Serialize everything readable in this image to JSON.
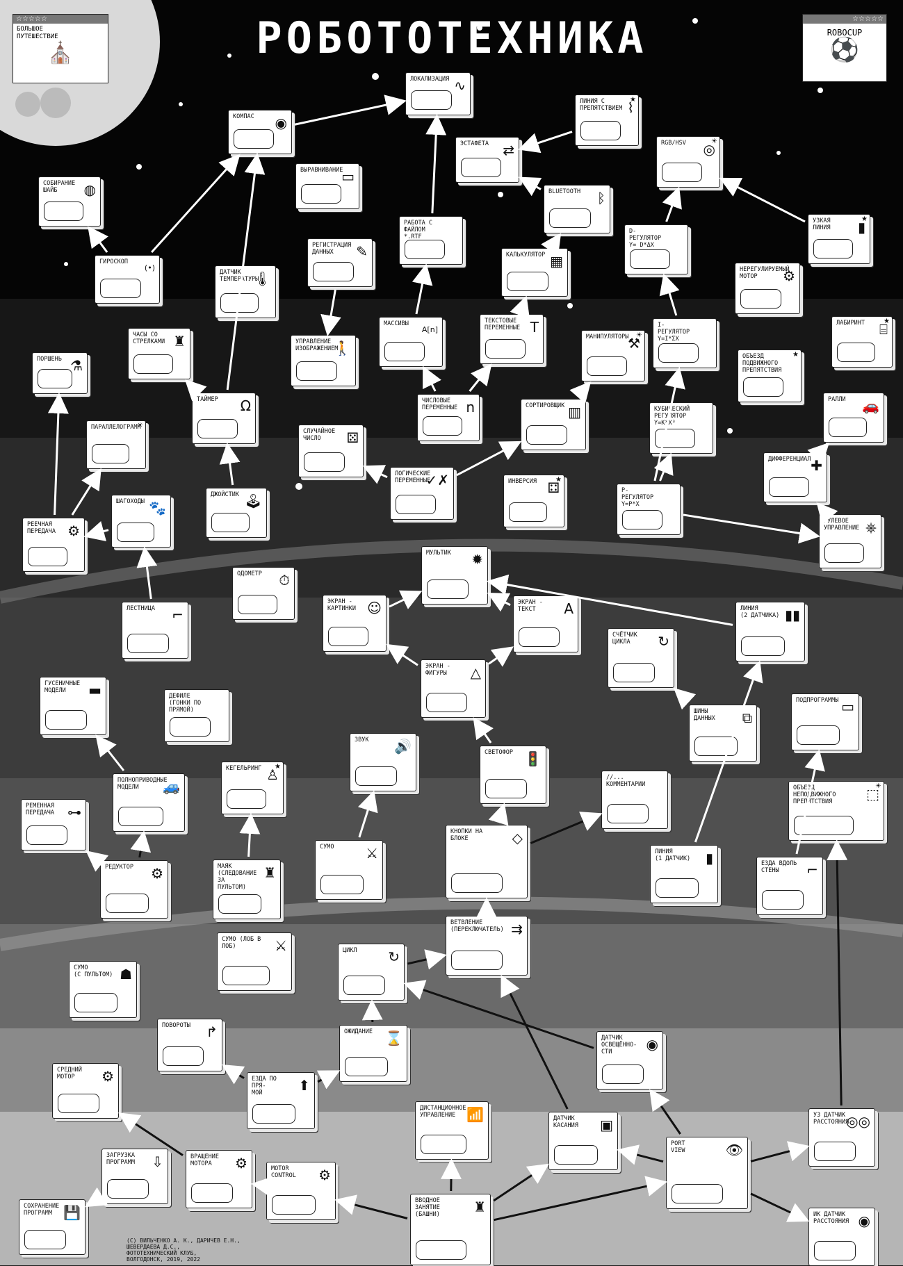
{
  "title": "РОБОТОТЕХНИКА",
  "corner_left": {
    "stars": "☆☆☆☆☆",
    "label": "БОЛЬШОЕ\nПУТЕШЕСТВИЕ",
    "icon": "cathedral-icon"
  },
  "corner_right": {
    "stars": "☆☆☆☆☆",
    "label": "ROBOCUP",
    "icon": "robot-ball-icon"
  },
  "credits": "(С) ВИЛЬЧЕНКО А. К., ДАРИЧЕВ Е.Н.,\nШЕВЕРДАЕВА Д.С.,\nФОТОТЕХНИЧЕСКИЙ КЛУБ,\nВОЛГОДОНСК, 2019, 2022",
  "nodes": [
    {
      "id": "lokalizatsiya",
      "label": "ЛОКАЛИЗАЦИЯ",
      "icon": "∿"
    },
    {
      "id": "kompas",
      "label": "КОМПАС",
      "icon": "◉"
    },
    {
      "id": "liniya_prep",
      "label": "ЛИНИЯ С\nПРЕПЯТСТВИЕМ",
      "icon": "⌇",
      "star": "★"
    },
    {
      "id": "estafeta",
      "label": "ЭСТАФЕТА",
      "icon": "⇄"
    },
    {
      "id": "rgb_hsv",
      "label": "RGB/HSV",
      "icon": "◎",
      "star": "☀"
    },
    {
      "id": "vyravnivanie",
      "label": "ВЫРАВНИВАНИЕ",
      "icon": "▭"
    },
    {
      "id": "sobiranie",
      "label": "СОБИРАНИЕ\nШАЙБ",
      "icon": "◍"
    },
    {
      "id": "bluetooth",
      "label": "BLUETOOTH",
      "icon": "ᛒ"
    },
    {
      "id": "rabota_fail",
      "label": "РАБОТА С ФАЙЛОМ\n*.rtf",
      "icon": ""
    },
    {
      "id": "d_reg",
      "label": "D-РЕГУЛЯТОР\ny= d*Δx",
      "icon": ""
    },
    {
      "id": "uzkaya",
      "label": "УЗКАЯ ЛИНИЯ",
      "icon": "▮",
      "star": "★"
    },
    {
      "id": "registratsiya",
      "label": "РЕГИСТРАЦИЯ\nДАННЫХ",
      "icon": "✎"
    },
    {
      "id": "giroskop",
      "label": "ГИРОСКОП",
      "icon": "(•)"
    },
    {
      "id": "kalkulyator",
      "label": "КАЛЬКУЛЯТОР",
      "icon": "▦"
    },
    {
      "id": "datchik_temp",
      "label": "ДАТЧИК\nТЕМПЕРАТУРЫ",
      "icon": "🌡"
    },
    {
      "id": "nereg_motor",
      "label": "НЕРЕГУЛИРУЕМЫЙ\nМОТОР",
      "icon": "⚙"
    },
    {
      "id": "massivy",
      "label": "МАССИВЫ",
      "icon": "A[n]"
    },
    {
      "id": "text_per",
      "label": "ТЕКСТОВЫЕ\nПЕРЕМЕННЫЕ",
      "icon": "T"
    },
    {
      "id": "i_reg",
      "label": "I-РЕГУЛЯТОР\ny=i*Σx",
      "icon": ""
    },
    {
      "id": "labirint",
      "label": "ЛАБИРИНТ",
      "icon": "⌸",
      "star": "★"
    },
    {
      "id": "chasy",
      "label": "ЧАСЫ СО\nСТРЕЛКАМИ",
      "icon": "♜"
    },
    {
      "id": "upr_izobr",
      "label": "УПРАВЛЕНИЕ\nИЗОБРАЖЕНИЕМ",
      "icon": "🚶"
    },
    {
      "id": "manipulyatory",
      "label": "МАНИПУЛЯТОРЫ",
      "icon": "⚒",
      "star": "☀"
    },
    {
      "id": "porshen",
      "label": "ПОРШЕНЬ",
      "icon": "⚗"
    },
    {
      "id": "obezd_podv",
      "label": "ОБЪЕЗД\nПОДВИЖНОГО\nПРЕПЯТСТВИЯ",
      "icon": "",
      "star": "★"
    },
    {
      "id": "taimer",
      "label": "ТАЙМЕР",
      "icon": "Ω"
    },
    {
      "id": "chislovye",
      "label": "ЧИСЛОВЫЕ\nПЕРЕМЕННЫЕ",
      "icon": "n"
    },
    {
      "id": "sortirovshik",
      "label": "СОРТИРОВЩИК",
      "icon": "▥"
    },
    {
      "id": "kub_reg",
      "label": "КУБИЧЕСКИЙ\nРЕГУЛЯТОР\ny=k*x³",
      "icon": ""
    },
    {
      "id": "ralli",
      "label": "РАЛЛИ",
      "icon": "🚗"
    },
    {
      "id": "parallelogram",
      "label": "ПАРАЛЛЕЛОГРАММ",
      "icon": "",
      "star": "☀"
    },
    {
      "id": "sluch_chislo",
      "label": "СЛУЧАЙНОЕ\nЧИСЛО",
      "icon": "⚄"
    },
    {
      "id": "differentsial",
      "label": "ДИФФЕРЕНЦИАЛ",
      "icon": "✚"
    },
    {
      "id": "shagokhody",
      "label": "ШАГОХОДЫ",
      "icon": "🐾"
    },
    {
      "id": "dzhoistik",
      "label": "ДЖОЙСТИК",
      "icon": "🕹"
    },
    {
      "id": "logich",
      "label": "ЛОГИЧЕСКИЕ\nПЕРЕМЕННЫЕ",
      "icon": "✓✗"
    },
    {
      "id": "inversiya",
      "label": "ИНВЕРСИЯ",
      "icon": "⚃",
      "star": "★"
    },
    {
      "id": "p_reg",
      "label": "P-РЕГУЛЯТОР\ny=p*x",
      "icon": ""
    },
    {
      "id": "reech",
      "label": "РЕЕЧНАЯ\nПЕРЕДАЧА",
      "icon": "⚙"
    },
    {
      "id": "rul_upr",
      "label": "РУЛЕВОЕ\nУПРАВЛЕНИЕ",
      "icon": "⎈"
    },
    {
      "id": "multik",
      "label": "МУЛЬТИК",
      "icon": "✹"
    },
    {
      "id": "odometr",
      "label": "ОДОМЕТР",
      "icon": "⏱"
    },
    {
      "id": "lestnitsa",
      "label": "ЛЕСТНИЦА",
      "icon": "⌐"
    },
    {
      "id": "ekran_kart",
      "label": "ЭКРАН -\nКАРТИНКИ",
      "icon": "☺"
    },
    {
      "id": "ekran_text",
      "label": "ЭКРАН -\nТЕКСТ",
      "icon": "A"
    },
    {
      "id": "schetchik",
      "label": "СЧЁТЧИК\nЦИКЛА",
      "icon": "↻"
    },
    {
      "id": "liniya2",
      "label": "ЛИНИЯ\n(2 ДАТЧИКА)",
      "icon": "▮▮"
    },
    {
      "id": "ekran_fig",
      "label": "ЭКРАН -\nФИГУРЫ",
      "icon": "△"
    },
    {
      "id": "gusenichnye",
      "label": "ГУСЕНИЧНЫЕ\nМОДЕЛИ",
      "icon": "▬"
    },
    {
      "id": "defile",
      "label": "ДЕФИЛЕ\n(ГОНКИ ПО ПРЯМОЙ)",
      "icon": ""
    },
    {
      "id": "shiny",
      "label": "ШИНЫ\nДАННЫХ",
      "icon": "⧉"
    },
    {
      "id": "podprogrammy",
      "label": "ПОДПРОГРАММЫ",
      "icon": "▭"
    },
    {
      "id": "zvuk",
      "label": "ЗВУК",
      "icon": "🔊"
    },
    {
      "id": "svetofor",
      "label": "СВЕТОФОР",
      "icon": "🚦"
    },
    {
      "id": "kommentarii",
      "label": "//...\nКОММЕНТАРИИ",
      "icon": ""
    },
    {
      "id": "keglering",
      "label": "КЕГЕЛЬРИНГ",
      "icon": "♙",
      "star": "★"
    },
    {
      "id": "polnoprivod",
      "label": "ПОЛНОПРИВОДНЫЕ\nМОДЕЛИ",
      "icon": "🚙"
    },
    {
      "id": "obezd_nepodv",
      "label": "ОБЪЕЗД НЕПОДВИЖНОГО\nПРЕПЯТСТВИЯ",
      "icon": "⬚",
      "star": "☀"
    },
    {
      "id": "remen",
      "label": "РЕМЕННАЯ\nПЕРЕДАЧА",
      "icon": "⊶"
    },
    {
      "id": "knopki",
      "label": "КНОПКИ НА\nБЛОКЕ",
      "icon": "◇"
    },
    {
      "id": "reduktor",
      "label": "РЕДУКТОР",
      "icon": "⚙"
    },
    {
      "id": "mayak",
      "label": "МАЯК\n(СЛЕДОВАНИЕ ЗА\nПУЛЬТОМ)",
      "icon": "♜"
    },
    {
      "id": "sumo",
      "label": "СУМО",
      "icon": "⚔"
    },
    {
      "id": "liniya1",
      "label": "ЛИНИЯ\n(1 ДАТЧИК)",
      "icon": "▮"
    },
    {
      "id": "ezda_stena",
      "label": "ЕЗДА ВДОЛЬ\nСТЕНЫ",
      "icon": "⌐"
    },
    {
      "id": "sumo_lob",
      "label": "СУМО (ЛОБ В ЛОБ)",
      "icon": "⚔"
    },
    {
      "id": "tsikl",
      "label": "ЦИКЛ",
      "icon": "↻"
    },
    {
      "id": "vetvlenie",
      "label": "ВЕТВЛЕНИЕ\n(ПЕРЕКЛЮЧАТЕЛЬ)",
      "icon": "⇉"
    },
    {
      "id": "sumo_pult",
      "label": "СУМО\n(С ПУЛЬТОМ)",
      "icon": "☗"
    },
    {
      "id": "povoroty",
      "label": "ПОВОРОТЫ",
      "icon": "↱"
    },
    {
      "id": "ozhidanie",
      "label": "ОЖИДАНИЕ",
      "icon": "⌛"
    },
    {
      "id": "datchik_osv",
      "label": "ДАТЧИК\nОСВЕЩЁННО-\nСТИ",
      "icon": "◉"
    },
    {
      "id": "sredniy",
      "label": "СРЕДНИЙ\nМОТОР",
      "icon": "⚙"
    },
    {
      "id": "ezda_pryamo",
      "label": "ЕЗДА ПО ПРЯ-\nМОЙ",
      "icon": "⬆"
    },
    {
      "id": "distants",
      "label": "ДИСТАНЦИОННОЕ\nУПРАВЛЕНИЕ",
      "icon": "📶"
    },
    {
      "id": "datchik_kas",
      "label": "ДАТЧИК\nКАСАНИЯ",
      "icon": "▣"
    },
    {
      "id": "uz_datchik",
      "label": "УЗ ДАТЧИК\nРАССТОЯНИЯ",
      "icon": "◎◎"
    },
    {
      "id": "zagruzka",
      "label": "ЗАГРУЗКА\nПРОГРАММ",
      "icon": "⇩"
    },
    {
      "id": "vrashenie",
      "label": "ВРАЩЕНИЕ\nМОТОРА",
      "icon": "⚙"
    },
    {
      "id": "port_view",
      "label": "PORT\nVIEW",
      "icon": "👁"
    },
    {
      "id": "motor_control",
      "label": "MOTOR\nCONTROL",
      "icon": "⚙"
    },
    {
      "id": "sohranenie",
      "label": "СОХРАНЕНИЕ\nПРОГРАММ",
      "icon": "💾"
    },
    {
      "id": "vvodnoe",
      "label": "ВВОДНОЕ\nЗАНЯТИЕ\n(БАШНИ)",
      "icon": "♜"
    },
    {
      "id": "ik_datchik",
      "label": "ИК ДАТЧИК\nРАССТОЯНИЯ",
      "icon": "◉"
    }
  ]
}
